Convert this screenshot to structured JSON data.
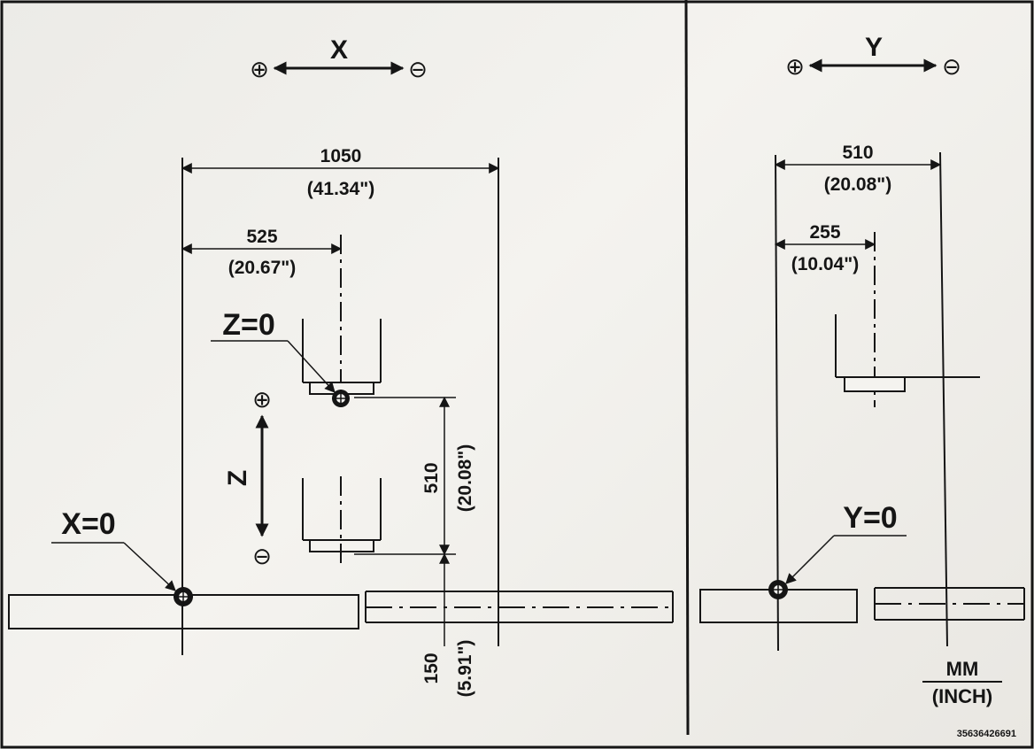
{
  "x_view": {
    "axis_label": "X",
    "plus_symbol": "⊕",
    "minus_symbol": "⊖",
    "travel_mm": "1050",
    "travel_in": "(41.34\")",
    "center_mm": "525",
    "center_in": "(20.67\")",
    "zero_label": "X=0"
  },
  "z_view": {
    "axis_label": "Z",
    "plus_symbol": "⊕",
    "minus_symbol": "⊖",
    "travel_mm": "510",
    "travel_in": "(20.08\")",
    "offset_mm": "150",
    "offset_in": "(5.91\")",
    "zero_label": "Z=0"
  },
  "y_view": {
    "axis_label": "Y",
    "plus_symbol": "⊕",
    "minus_symbol": "⊖",
    "travel_mm": "510",
    "travel_in": "(20.08\")",
    "center_mm": "255",
    "center_in": "(10.04\")",
    "zero_label": "Y=0"
  },
  "units": {
    "numerator": "MM",
    "denominator": "(INCH)"
  },
  "part_number": "35636426691"
}
